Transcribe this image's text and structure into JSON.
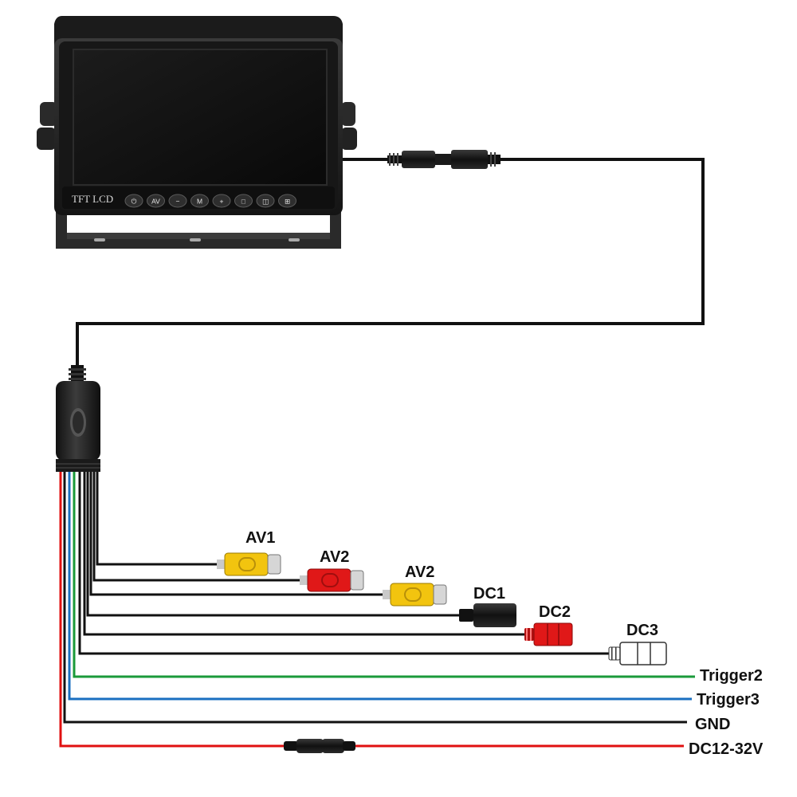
{
  "monitor": {
    "brand_label": "TFT LCD",
    "buttons": [
      {
        "name": "power-button",
        "label": "⏻"
      },
      {
        "name": "av-button",
        "label": "AV"
      },
      {
        "name": "minus-button",
        "label": "−"
      },
      {
        "name": "menu-button",
        "label": "M"
      },
      {
        "name": "plus-button",
        "label": "+"
      },
      {
        "name": "single-view-button",
        "label": "□"
      },
      {
        "name": "dual-view-button",
        "label": "◫"
      },
      {
        "name": "quad-view-button",
        "label": "⊞"
      }
    ]
  },
  "connectors": {
    "av1": {
      "label": "AV1",
      "color": "#f2c40f"
    },
    "av2_red": {
      "label": "AV2",
      "color": "#e01818"
    },
    "av2_yellow": {
      "label": "AV2",
      "color": "#f2c40f"
    },
    "dc1": {
      "label": "DC1",
      "color": "#151515"
    },
    "dc2": {
      "label": "DC2",
      "color": "#e01818"
    },
    "dc3": {
      "label": "DC3",
      "color": "#ffffff"
    }
  },
  "wires": {
    "trigger2": {
      "label": "Trigger2",
      "color": "#1a9a3a"
    },
    "trigger3": {
      "label": "Trigger3",
      "color": "#1a6fc0"
    },
    "gnd": {
      "label": "GND",
      "color": "#111111"
    },
    "power": {
      "label": "DC12-32V",
      "color": "#e01010"
    }
  }
}
